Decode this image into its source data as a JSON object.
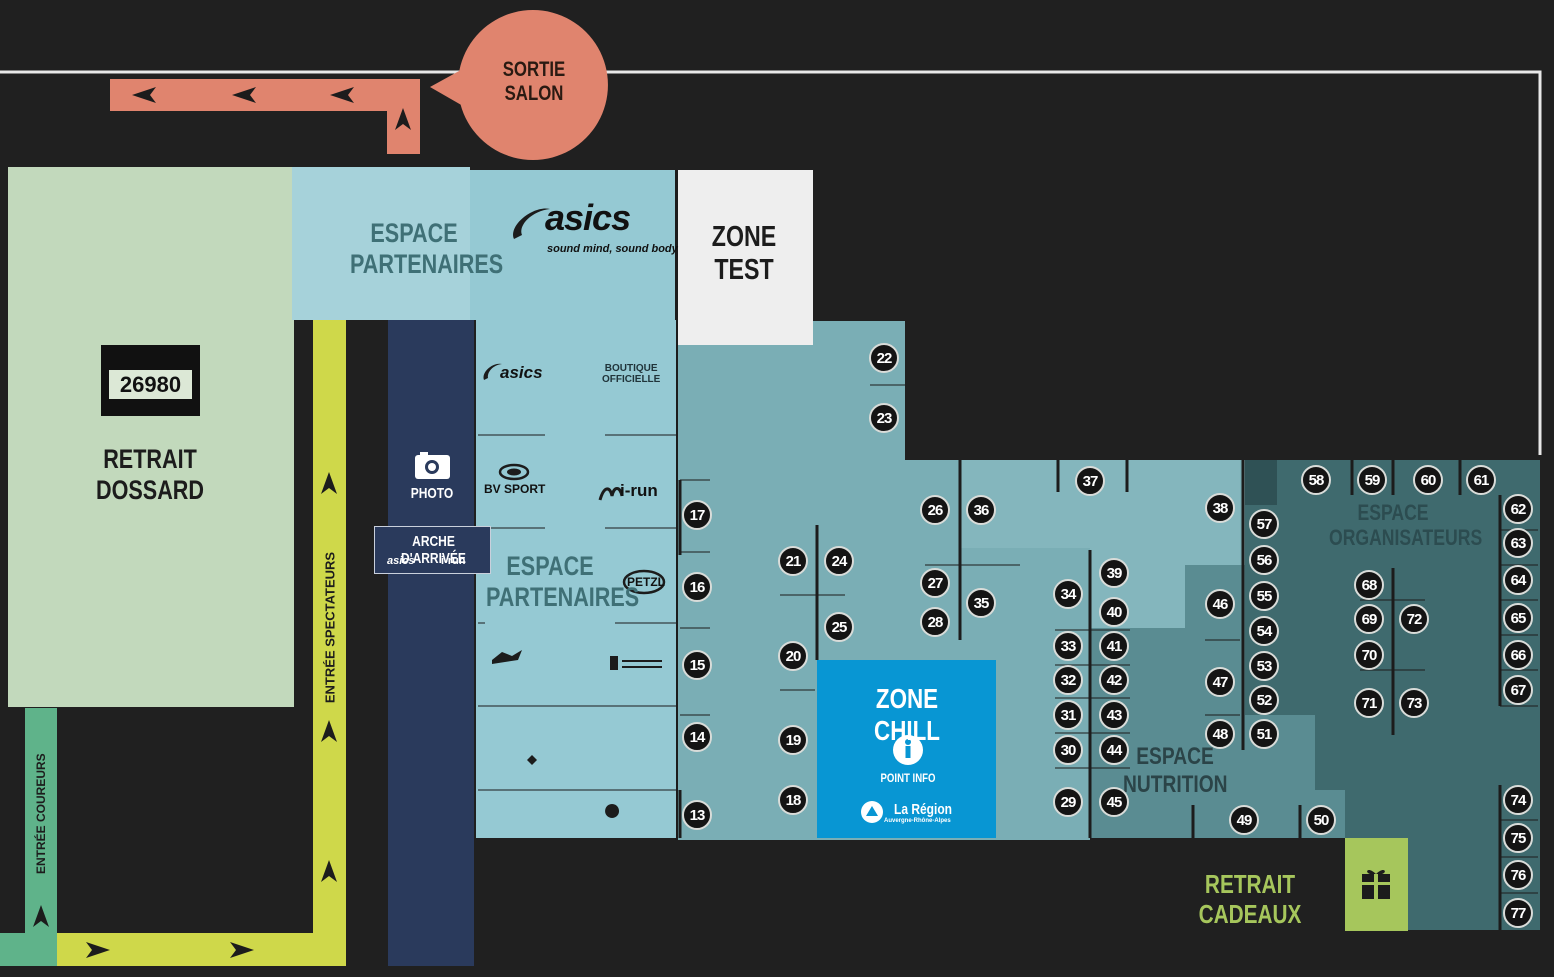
{
  "colors": {
    "background": "#202020",
    "retrait_dossard_zone": "#c2d9bc",
    "espace_partenaires_light": "#95c9d3",
    "main_hall_teal": "#7aaeb5",
    "dark_teal": "#4e7f86",
    "darker_teal": "#3d6669",
    "zone_test": "#eeeeee",
    "zone_chill": "#0896d3",
    "arrival_arch_corridor": "#2a3a5c",
    "spectator_path": "#cfd84a",
    "runner_path": "#5fb38a",
    "exit_path": "#e0846e",
    "retrait_cadeaux": "#a6c65c"
  },
  "areas": {
    "sortie_salon": "SORTIE\nSALON",
    "espace_partenaires_top": "ESPACE\nPARTENAIRES",
    "zone_test": "ZONE\nTEST",
    "retrait_dossard": "RETRAIT\nDOSSARD",
    "bib_number": "26980",
    "photo": "PHOTO",
    "arche_arrivee": "ARCHE D'ARRIVÉE",
    "espace_partenaires_main": "ESPACE\nPARTENAIRES",
    "zone_chill": "ZONE CHILL",
    "point_info": "POINT INFO",
    "espace_organisateurs": "ESPACE\nORGANISATEURS",
    "espace_nutrition": "ESPACE\nNUTRITION",
    "retrait_cadeaux": "RETRAIT CADEAUX",
    "entree_spectateurs": "ENTRÉE SPECTATEURS",
    "entree_coureurs": "ENTRÉE COUREURS"
  },
  "logos": {
    "asics_main": "asics",
    "asics_tagline": "sound mind, sound body",
    "asics_small": "asics",
    "boutique_officielle": "BOUTIQUE\nOFFICIELLE",
    "bv_sport": "BV SPORT",
    "i_run": "i-run",
    "petzl": "PETZL",
    "la_region": "La Région",
    "la_region_sub": "Auvergne-Rhône-Alpes"
  },
  "stands": [
    {
      "n": "13"
    },
    {
      "n": "14"
    },
    {
      "n": "15"
    },
    {
      "n": "16"
    },
    {
      "n": "17"
    },
    {
      "n": "18"
    },
    {
      "n": "19"
    },
    {
      "n": "20"
    },
    {
      "n": "21"
    },
    {
      "n": "22"
    },
    {
      "n": "23"
    },
    {
      "n": "24"
    },
    {
      "n": "25"
    },
    {
      "n": "26"
    },
    {
      "n": "27"
    },
    {
      "n": "28"
    },
    {
      "n": "29"
    },
    {
      "n": "30"
    },
    {
      "n": "31"
    },
    {
      "n": "32"
    },
    {
      "n": "33"
    },
    {
      "n": "34"
    },
    {
      "n": "35"
    },
    {
      "n": "36"
    },
    {
      "n": "37"
    },
    {
      "n": "38"
    },
    {
      "n": "39"
    },
    {
      "n": "40"
    },
    {
      "n": "41"
    },
    {
      "n": "42"
    },
    {
      "n": "43"
    },
    {
      "n": "44"
    },
    {
      "n": "45"
    },
    {
      "n": "46"
    },
    {
      "n": "47"
    },
    {
      "n": "48"
    },
    {
      "n": "49"
    },
    {
      "n": "50"
    },
    {
      "n": "51"
    },
    {
      "n": "52"
    },
    {
      "n": "53"
    },
    {
      "n": "54"
    },
    {
      "n": "55"
    },
    {
      "n": "56"
    },
    {
      "n": "57"
    },
    {
      "n": "58"
    },
    {
      "n": "59"
    },
    {
      "n": "60"
    },
    {
      "n": "61"
    },
    {
      "n": "62"
    },
    {
      "n": "63"
    },
    {
      "n": "64"
    },
    {
      "n": "65"
    },
    {
      "n": "66"
    },
    {
      "n": "67"
    },
    {
      "n": "68"
    },
    {
      "n": "69"
    },
    {
      "n": "70"
    },
    {
      "n": "71"
    },
    {
      "n": "72"
    },
    {
      "n": "73"
    },
    {
      "n": "74"
    },
    {
      "n": "75"
    },
    {
      "n": "76"
    },
    {
      "n": "77"
    }
  ]
}
